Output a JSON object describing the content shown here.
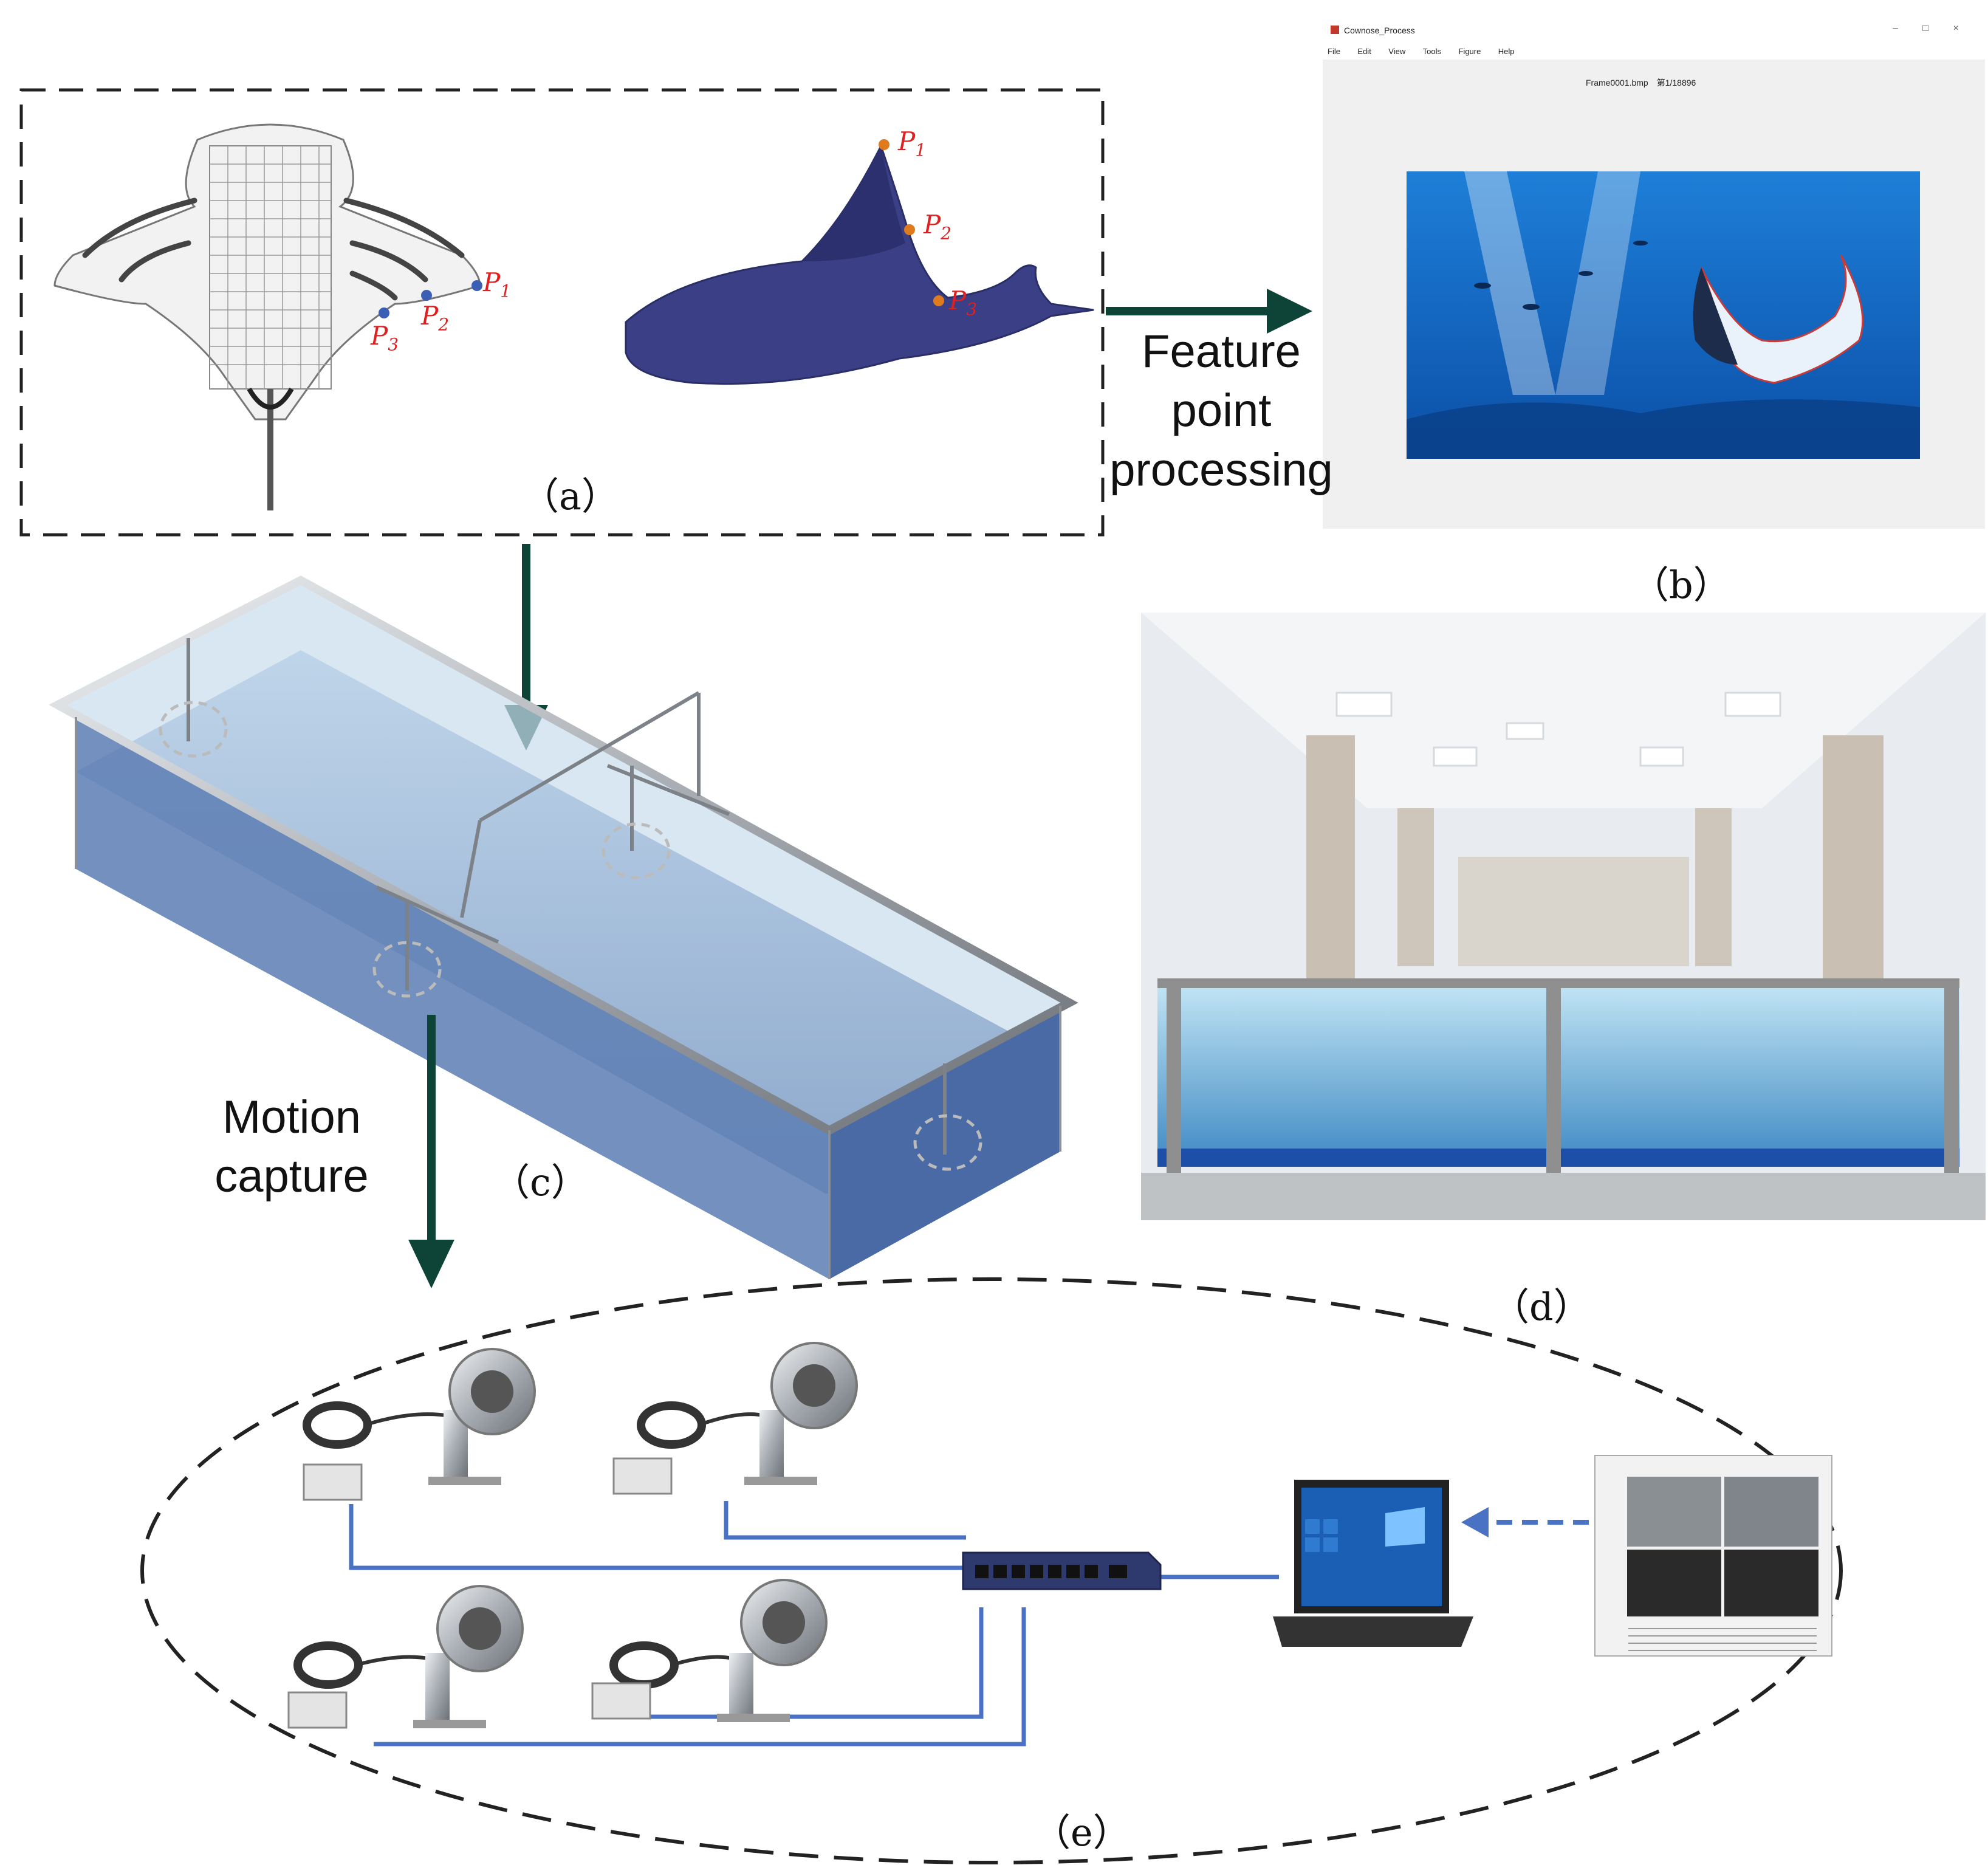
{
  "panels": {
    "a": "（a）",
    "b": "（b）",
    "c": "（c）",
    "d": "（d）",
    "e": "（e）"
  },
  "points": {
    "top_p1": "P",
    "top_p1_sub": "1",
    "top_p2": "P",
    "top_p2_sub": "2",
    "top_p3": "P",
    "top_p3_sub": "3",
    "side_p1": "P",
    "side_p1_sub": "1",
    "side_p2": "P",
    "side_p2_sub": "2",
    "side_p3": "P",
    "side_p3_sub": "3"
  },
  "flow": {
    "feature_processing": [
      "Feature",
      "point",
      "processing"
    ],
    "motion_capture": [
      "Motion",
      "capture"
    ]
  },
  "software_window": {
    "title": "Cownose_Process",
    "menu": [
      "File",
      "Edit",
      "View",
      "Tools",
      "Figure",
      "Help"
    ],
    "frame_info": "Frame0001.bmp　第1/18896",
    "controls": [
      "–",
      "□",
      "×"
    ]
  },
  "colors": {
    "arrow": "#0e4438",
    "network_line": "#4a72c4",
    "point_marker_blue": "#3b5fb5",
    "point_marker_orange": "#e07a1e",
    "point_label": "#e02020"
  }
}
